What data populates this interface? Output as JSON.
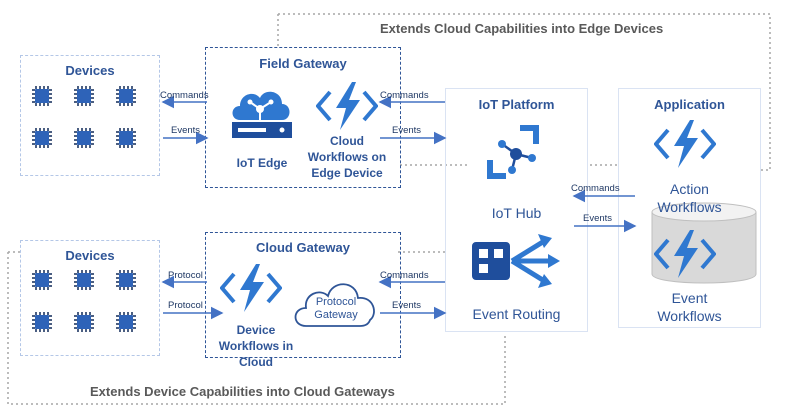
{
  "banners": {
    "top": "Extends Cloud Capabilities into Edge Devices",
    "bottom": "Extends Device Capabilities into Cloud Gateways"
  },
  "devices_top": {
    "title": "Devices"
  },
  "devices_bottom": {
    "title": "Devices"
  },
  "field_gateway": {
    "title": "Field Gateway",
    "iot_edge_label": "IoT Edge",
    "cloud_workflows_label": [
      "Cloud",
      "Workflows on",
      "Edge Device"
    ]
  },
  "cloud_gateway": {
    "title": "Cloud Gateway",
    "device_workflows_label": [
      "Device",
      "Workflows in",
      "Cloud"
    ],
    "protocol_gateway_label": [
      "Protocol",
      "Gateway"
    ]
  },
  "iot_platform": {
    "title": "IoT Platform",
    "iot_hub_label": "IoT Hub",
    "event_routing_label": "Event Routing"
  },
  "application": {
    "title": "Application",
    "action_workflows_label": [
      "Action",
      "Workflows"
    ],
    "event_workflows_label": [
      "Event",
      "Workflows"
    ]
  },
  "arrows": {
    "dev_top_commands": "Commands",
    "dev_top_events": "Events",
    "fg_commands": "Commands",
    "fg_events": "Events",
    "dev_bottom_protocol_in": "Protocol",
    "dev_bottom_protocol_out": "Protocol",
    "cg_commands": "Commands",
    "cg_events": "Events",
    "app_commands": "Commands",
    "app_events": "Events"
  },
  "icons": {
    "chip": "processor-chip-icon",
    "iot_edge": "iot-edge-cloud-icon",
    "logic_app": "logic-app-bolt-icon",
    "iot_hub": "iot-hub-icon",
    "event_grid": "event-grid-icon",
    "protocol_cloud": "cloud-icon"
  },
  "colors": {
    "accent": "#2f78d0",
    "dark_blue": "#1f4e9c",
    "border_dashed": "#2f5597",
    "muted_border": "#b4c7e7",
    "grey_dotted": "#a6a6a6",
    "chip_body": "#2e63b8",
    "chip_pin": "#1f3864"
  }
}
